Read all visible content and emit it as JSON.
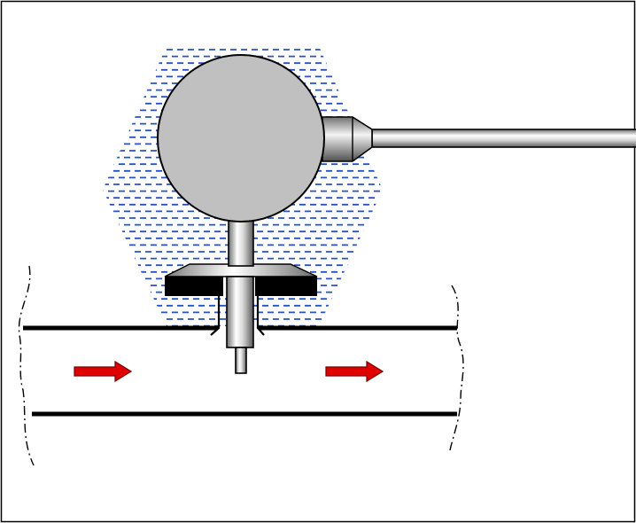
{
  "diagram": {
    "description_text": "",
    "colors": {
      "frame": "#000000",
      "insulation_dash": "#2a52be",
      "gauge_fill": "#c0c0c0",
      "flange_dark": "#000000",
      "pipe_wall": "#000000",
      "flow_arrow_fill": "#e00000",
      "flow_arrow_stroke": "#7a0000",
      "background": "#ffffff"
    },
    "parts": [
      {
        "id": "insulation-zone",
        "icon": "hatched-insulation"
      },
      {
        "id": "gauge-body",
        "icon": "round-gauge-head"
      },
      {
        "id": "cable-gland",
        "icon": "cable-gland"
      },
      {
        "id": "cable",
        "icon": "horizontal-cable-rod"
      },
      {
        "id": "stem",
        "icon": "vertical-stem"
      },
      {
        "id": "flange",
        "icon": "mounting-flange"
      },
      {
        "id": "probe",
        "icon": "sensor-probe"
      },
      {
        "id": "pipe",
        "icon": "pipe-section"
      },
      {
        "id": "flow-arrow-left",
        "icon": "flow-direction-arrow"
      },
      {
        "id": "flow-arrow-right",
        "icon": "flow-direction-arrow"
      }
    ]
  }
}
